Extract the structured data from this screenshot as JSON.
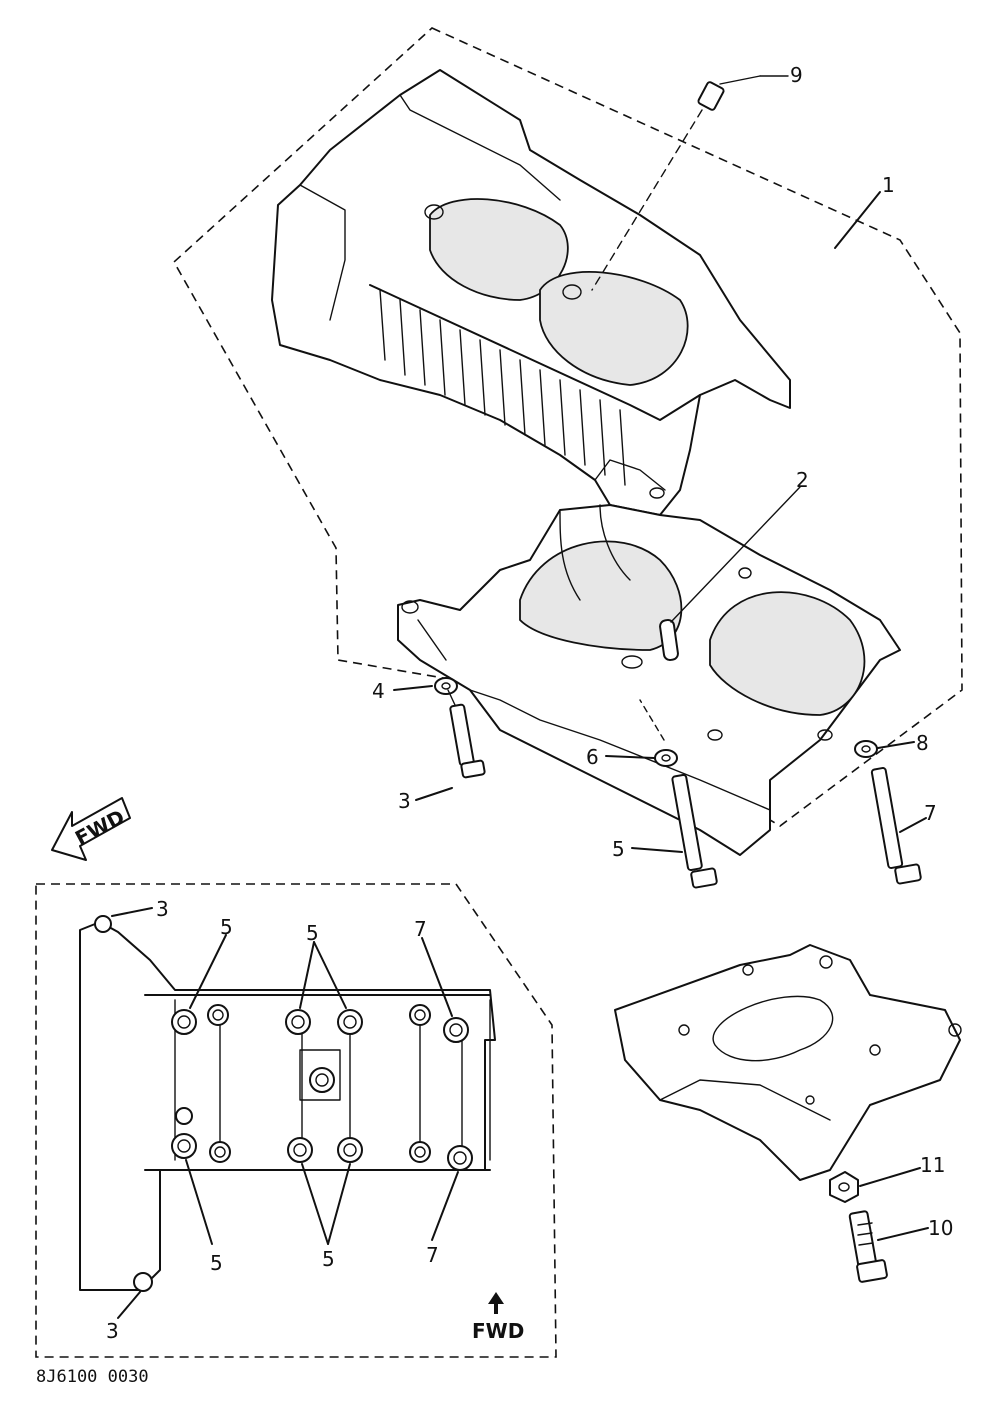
{
  "callouts": {
    "c1": "1",
    "c2": "2",
    "c3": "3",
    "c4": "4",
    "c5": "5",
    "c6": "6",
    "c7": "7",
    "c8": "8",
    "c9": "9",
    "c10": "10",
    "c11": "11"
  },
  "inset": {
    "c3_top": "3",
    "c3_bottom": "3",
    "c5_a": "5",
    "c5_b": "5",
    "c5_c": "5",
    "c5_d": "5",
    "c7_top": "7",
    "c7_bottom": "7",
    "fwd": "FWD"
  },
  "fwd_arrow_label": "FWD",
  "drawing_code": "8J6100 0030"
}
